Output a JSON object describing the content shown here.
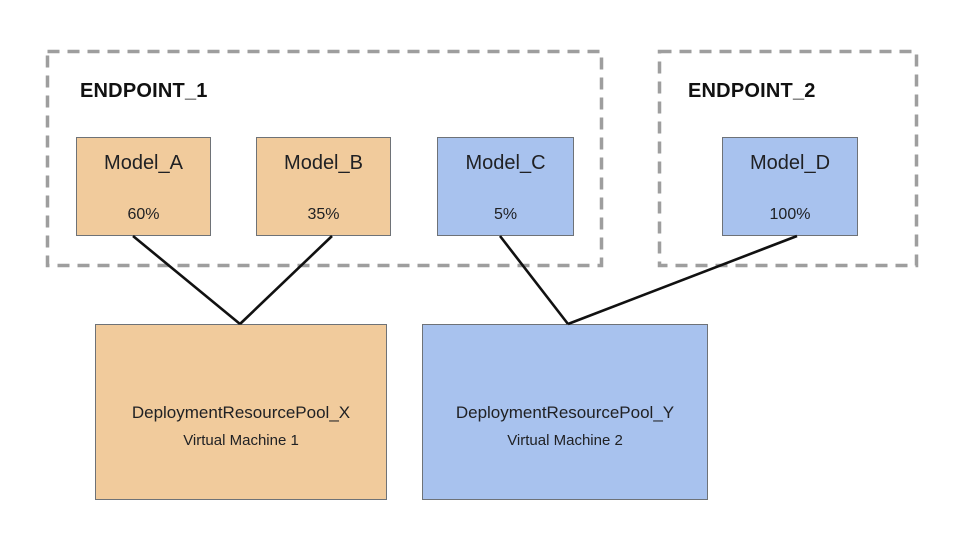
{
  "colors": {
    "pool_x_fill": "#f1cb9c",
    "pool_y_fill": "#a8c2ee",
    "dashed_border": "#9e9e9e",
    "box_border": "#6e7277",
    "connector": "#111111",
    "text": "#202124"
  },
  "endpoints": [
    {
      "label": "ENDPOINT_1",
      "models": [
        {
          "name": "Model_A",
          "traffic": "60%"
        },
        {
          "name": "Model_B",
          "traffic": "35%"
        },
        {
          "name": "Model_C",
          "traffic": "5%"
        }
      ]
    },
    {
      "label": "ENDPOINT_2",
      "models": [
        {
          "name": "Model_D",
          "traffic": "100%"
        }
      ]
    }
  ],
  "pools": [
    {
      "name": "DeploymentResourcePool_X",
      "machine": "Virtual Machine 1"
    },
    {
      "name": "DeploymentResourcePool_Y",
      "machine": "Virtual Machine 2"
    }
  ],
  "edges": [
    {
      "from": "Model_A",
      "to": "DeploymentResourcePool_X"
    },
    {
      "from": "Model_B",
      "to": "DeploymentResourcePool_X"
    },
    {
      "from": "Model_C",
      "to": "DeploymentResourcePool_Y"
    },
    {
      "from": "Model_D",
      "to": "DeploymentResourcePool_Y"
    }
  ]
}
